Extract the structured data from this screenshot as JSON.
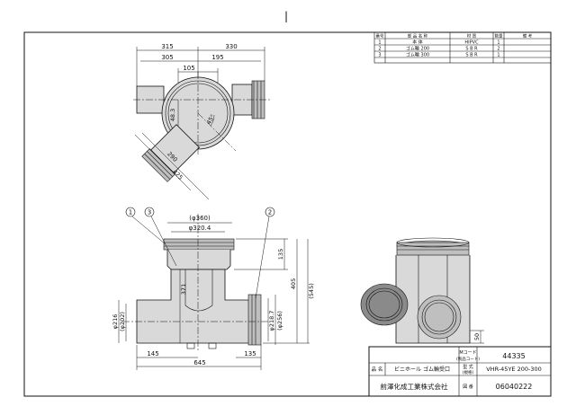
{
  "parts_table": {
    "headers": [
      "番号",
      "部 品 名 称",
      "材 質",
      "数量",
      "備 考"
    ],
    "rows": [
      [
        "1",
        "本 体",
        "HIPVC",
        "1",
        ""
      ],
      [
        "2",
        "ゴム輪 200",
        "S B R",
        "2",
        ""
      ],
      [
        "3",
        "ゴム輪 300",
        "S B R",
        "1",
        ""
      ]
    ]
  },
  "title_block": {
    "mcode_label_1": "Mコード",
    "mcode_label_2": "(製品コード)",
    "mcode_value": "44335",
    "name_label": "品 名",
    "name_value": "ビニホール ゴム輪受口",
    "model_label_1": "型 式",
    "model_label_2": "(規格)",
    "model_value": "VHR-45YE 200-300",
    "company": "前澤化成工業株式会社",
    "drawing_no_label": "図 番",
    "drawing_no_value": "06040222"
  },
  "plan_view": {
    "dim_315": "315",
    "dim_330": "330",
    "dim_305": "305",
    "dim_195": "195",
    "dim_105": "105",
    "dim_48_3": "48.3",
    "dim_45deg": "45°",
    "dim_290": "290",
    "dim_425": "425"
  },
  "front_view": {
    "dim_d360": "(φ360)",
    "dim_d320": "φ320.4",
    "dim_135_top": "135",
    "dim_405": "405",
    "dim_545": "(545)",
    "dim_371": "371",
    "dim_d216": "φ216",
    "dim_d202": "(φ202)",
    "dim_d218": "φ218.7",
    "dim_d256": "(φ256)",
    "dim_145": "145",
    "dim_135_bottom": "135",
    "dim_645": "645"
  },
  "side_view": {
    "dim_50": "50"
  },
  "callouts": [
    "1",
    "3",
    "2"
  ],
  "top_mark": "|"
}
